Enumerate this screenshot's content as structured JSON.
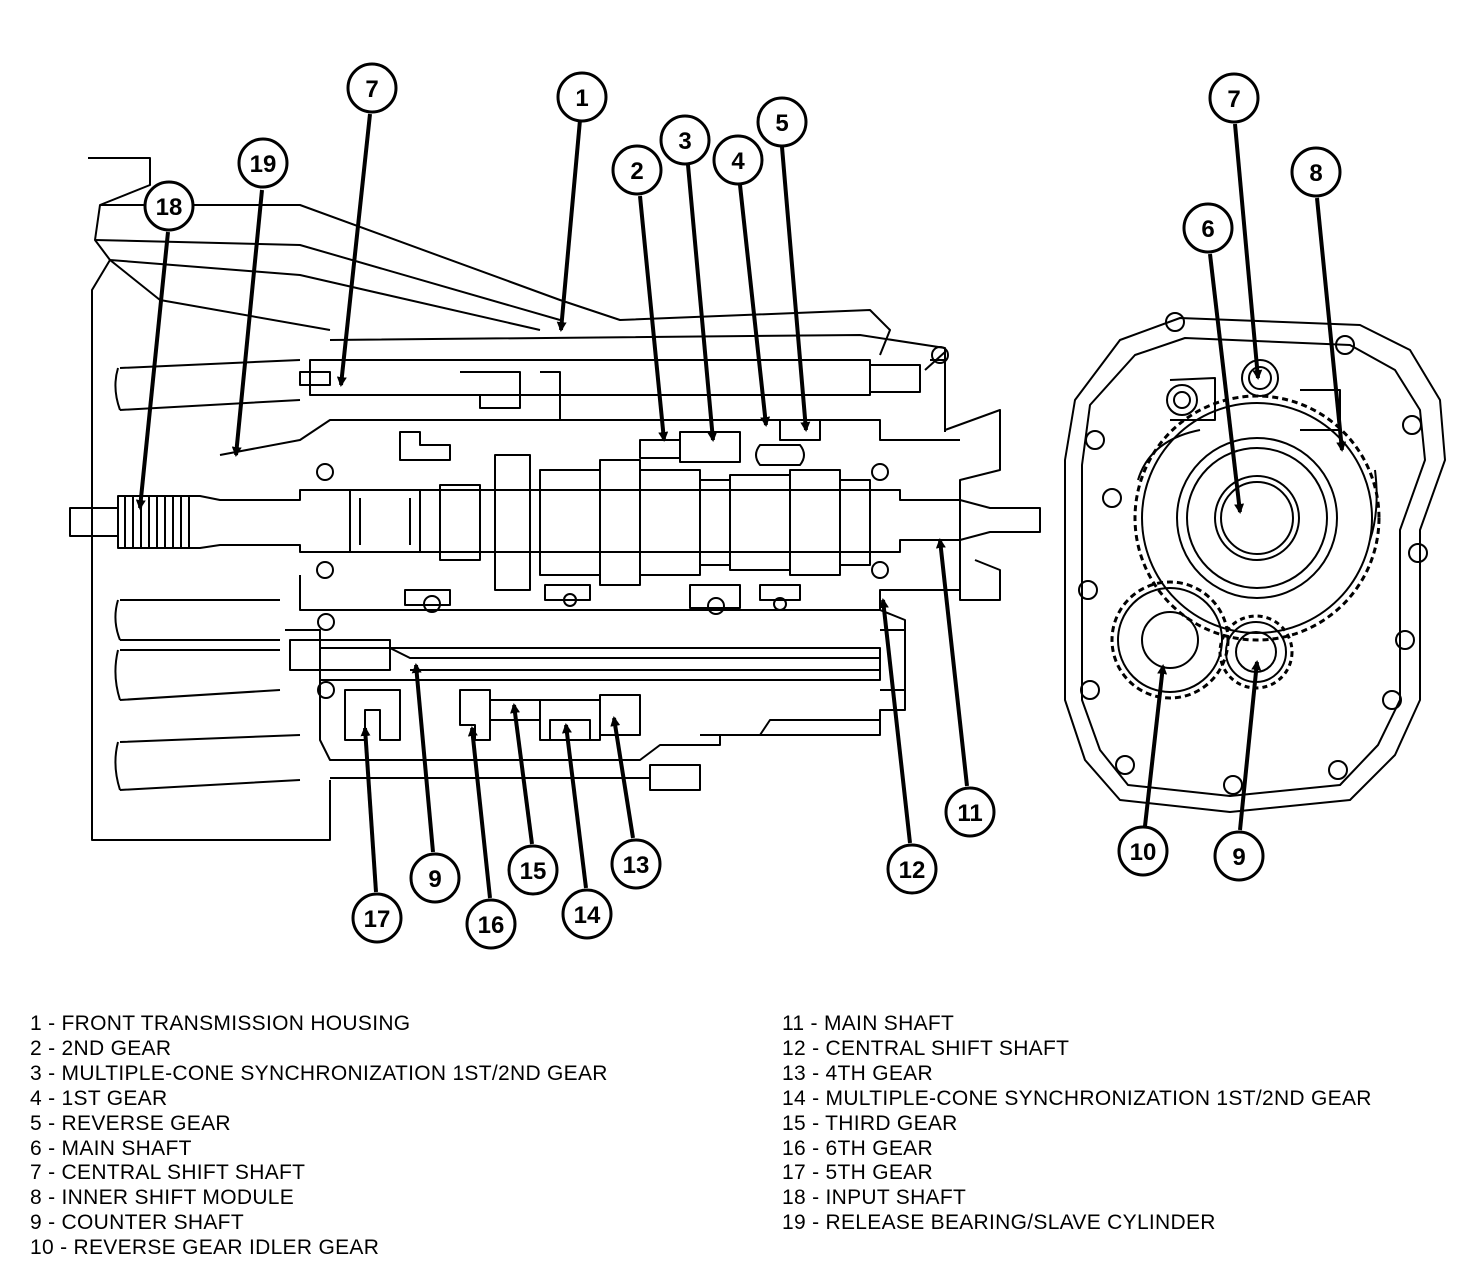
{
  "callouts": [
    {
      "num": "1"
    },
    {
      "num": "2"
    },
    {
      "num": "3"
    },
    {
      "num": "4"
    },
    {
      "num": "5"
    },
    {
      "num": "6"
    },
    {
      "num": "7"
    },
    {
      "num": "7"
    },
    {
      "num": "8"
    },
    {
      "num": "9"
    },
    {
      "num": "9"
    },
    {
      "num": "10"
    },
    {
      "num": "11"
    },
    {
      "num": "12"
    },
    {
      "num": "13"
    },
    {
      "num": "14"
    },
    {
      "num": "15"
    },
    {
      "num": "16"
    },
    {
      "num": "17"
    },
    {
      "num": "18"
    },
    {
      "num": "19"
    }
  ],
  "legend": {
    "left": [
      "1 - FRONT TRANSMISSION HOUSING",
      "2 - 2ND GEAR",
      "3 - MULTIPLE-CONE SYNCHRONIZATION 1ST/2ND GEAR",
      "4 - 1ST GEAR",
      "5 - REVERSE GEAR",
      "6 - MAIN SHAFT",
      "7 - CENTRAL SHIFT SHAFT",
      "8 - INNER SHIFT MODULE",
      "9 - COUNTER SHAFT",
      "10 - REVERSE GEAR IDLER GEAR"
    ],
    "right": [
      "11 - MAIN SHAFT",
      "12 - CENTRAL SHIFT SHAFT",
      "13 - 4TH GEAR",
      "14 - MULTIPLE-CONE SYNCHRONIZATION 1ST/2ND GEAR",
      "15 - THIRD GEAR",
      "16 - 6TH GEAR",
      "17 - 5TH GEAR",
      "18 - INPUT SHAFT",
      "19 - RELEASE BEARING/SLAVE CYLINDER"
    ]
  }
}
